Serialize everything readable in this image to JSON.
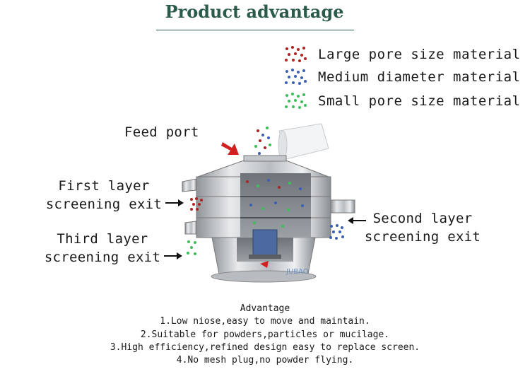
{
  "title": "Product advantage",
  "legend": [
    {
      "label": "Large pore size material",
      "color": "#b22222"
    },
    {
      "label": "Medium diameter material",
      "color": "#3a5fb5"
    },
    {
      "label": "Small pore size material",
      "color": "#3cbf5a"
    }
  ],
  "labels": {
    "feed_port": "Feed port",
    "first_layer_1": "First layer",
    "first_layer_2": "screening exit",
    "second_layer_1": "Second layer",
    "second_layer_2": "screening exit",
    "third_layer_1": "Third layer",
    "third_layer_2": "screening exit",
    "brand": "JUBAO"
  },
  "advantages": {
    "heading": "Advantage",
    "items": [
      "1.Low niose,easy to move and maintain.",
      "2.Suitable for powders,particles or mucilage.",
      "3.High efficiency,refined design easy to replace screen.",
      "4.No mesh plug,no powder flying."
    ]
  }
}
